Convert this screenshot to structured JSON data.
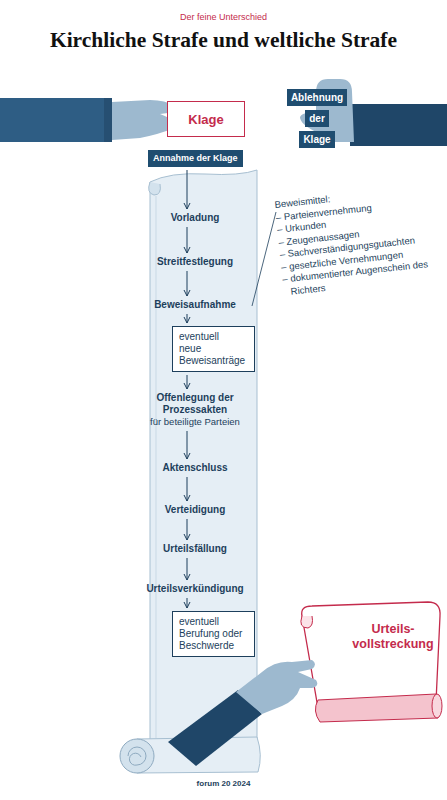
{
  "diagram": {
    "title": "Kirchliche Strafe und weltliche Strafe",
    "nodes": [
      {
        "text": [
          "Klage"
        ]
      },
      {
        "text": [
          "Ablehnung der Klage"
        ]
      },
      {
        "text": [
          "Annahme der Klage"
        ]
      },
      {
        "text": [
          "Vorladung"
        ]
      },
      {
        "text": [
          "Streitfestlegung"
        ]
      },
      {
        "text": [
          "Beweisaufnahme"
        ]
      },
      {
        "text": [
          "eventuell neue Beweisanträge"
        ]
      },
      {
        "text": [
          "Offenlegung der Prozessakten",
          "für beteiligte Parteien"
        ]
      },
      {
        "text": [
          "Aktenschluss"
        ]
      },
      {
        "text": [
          "Verteidigung"
        ]
      },
      {
        "text": [
          "Urteilsfällung"
        ]
      },
      {
        "text": [
          "Urteilsverkündigung"
        ]
      },
      {
        "text": [
          "eventuell Berufung oder Beschwerde"
        ]
      },
      {
        "text": [
          "Urteils- vollstreckung"
        ]
      }
    ],
    "edges": [
      {
        "from": 2,
        "to": 3,
        "arrow": "to"
      },
      {
        "from": 3,
        "to": 4,
        "arrow": "to"
      },
      {
        "from": 4,
        "to": 5,
        "arrow": "to"
      },
      {
        "from": 5,
        "to": 6,
        "arrow": "to"
      },
      {
        "from": 6,
        "to": 7,
        "arrow": "to"
      },
      {
        "from": 7,
        "to": 8,
        "arrow": "to"
      },
      {
        "from": 8,
        "to": 9,
        "arrow": "to"
      },
      {
        "from": 9,
        "to": 10,
        "arrow": "to"
      },
      {
        "from": 10,
        "to": 11,
        "arrow": "to"
      },
      {
        "from": 11,
        "to": 12,
        "arrow": "to"
      }
    ],
    "labels": [
      "Der feine Unterschied",
      "Beweismittel:",
      "– Parteienvernehmung",
      "– Urkunden",
      "– Zeugenaussagen",
      "– Sachverständigungsgutachten",
      "– gesetzliche Vernehmungen",
      "– dokumentierter Augenschein des Richters",
      "forum 20 2024"
    ]
  }
}
